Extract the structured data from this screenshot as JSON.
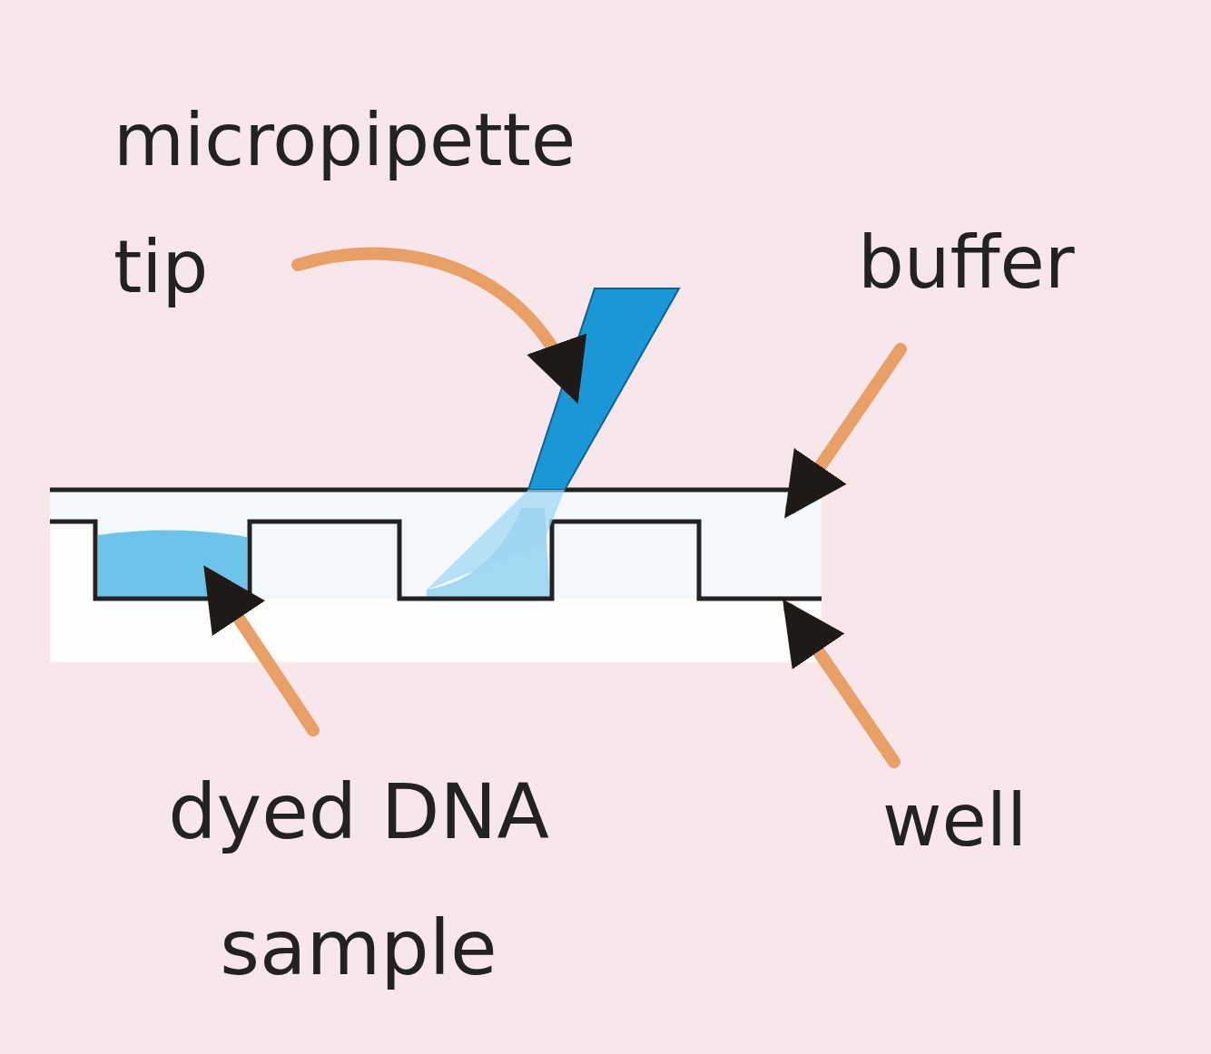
{
  "diagram": {
    "labels": [
      "micropipette tip",
      "buffer",
      "dyed DNA sample",
      "well"
    ]
  }
}
